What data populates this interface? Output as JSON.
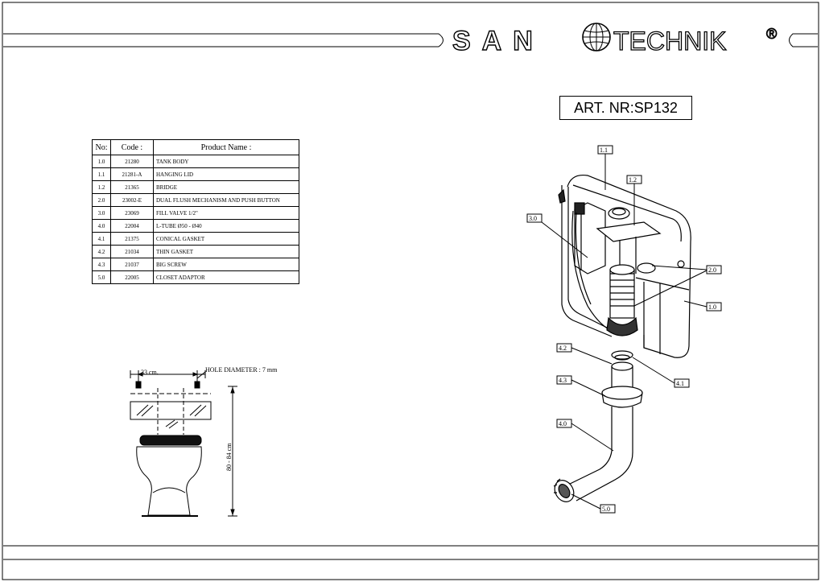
{
  "brand": {
    "name_left": "SAN",
    "name_right": "TECHNIK",
    "registered_mark": "®"
  },
  "article": {
    "label": "ART. NR:SP132"
  },
  "parts_table": {
    "headers": [
      "No:",
      "Code :",
      "Product Name :"
    ],
    "rows": [
      {
        "no": "1.0",
        "code": "21280",
        "name": "TANK BODY"
      },
      {
        "no": "1.1",
        "code": "21281-A",
        "name": "HANGING LID"
      },
      {
        "no": "1.2",
        "code": "21365",
        "name": "BRIDGE"
      },
      {
        "no": "2.0",
        "code": "23002-E",
        "name": "DUAL FLUSH MECHANISM AND PUSH BUTTON"
      },
      {
        "no": "3.0",
        "code": "23069",
        "name": "FILL VALVE 1/2\""
      },
      {
        "no": "4.0",
        "code": "22004",
        "name": "L-TUBE Ø50 - Ø40"
      },
      {
        "no": "4.1",
        "code": "21375",
        "name": "CONICAL GASKET"
      },
      {
        "no": "4.2",
        "code": "21034",
        "name": "THIN GASKET"
      },
      {
        "no": "4.3",
        "code": "21037",
        "name": "BIG SCREW"
      },
      {
        "no": "5.0",
        "code": "22005",
        "name": "CLOSET ADAPTOR"
      }
    ]
  },
  "install_drawing": {
    "width_dim": "33 cm.",
    "hole_note": "HOLE DIAMETER : 7 mm",
    "height_dim": "80 - 84 cm"
  },
  "callouts": [
    "1.1",
    "1.2",
    "3.0",
    "2.0",
    "1.0",
    "4.2",
    "4.1",
    "4.3",
    "4.0",
    "5.0"
  ]
}
